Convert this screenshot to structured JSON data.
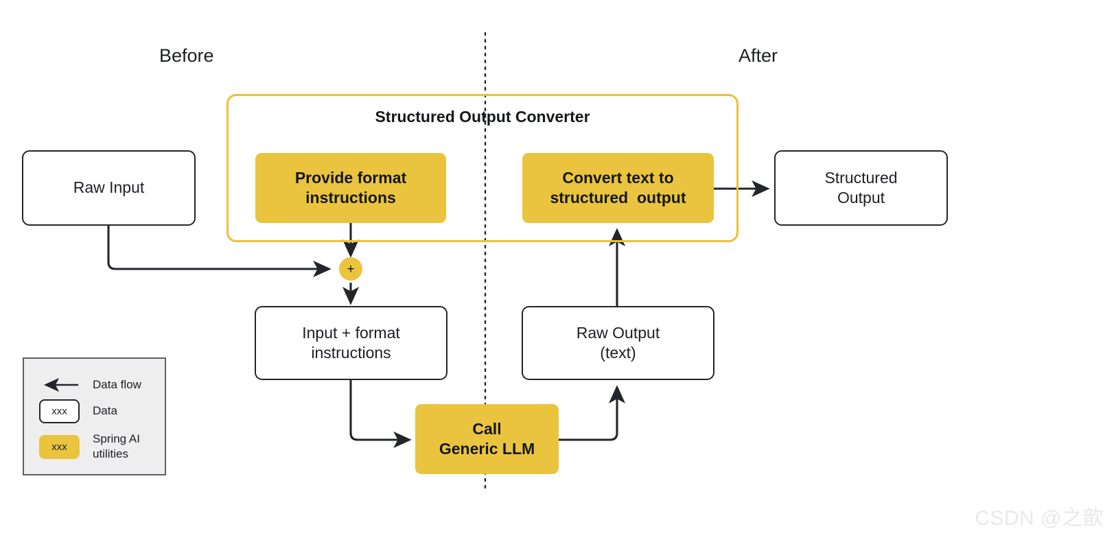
{
  "diagram": {
    "title_left": "Before",
    "title_right": "After",
    "converter_title": "Structured Output Converter",
    "colors": {
      "utility_yellow": "#eac43e",
      "frame_yellow": "#e9c13c",
      "stroke_dark": "#23252b",
      "legend_bg": "#eeeeee",
      "canvas_bg": "#ffffff",
      "watermark_gray": "#e9e9e9"
    },
    "nodes": {
      "raw_input": "Raw Input",
      "provide_format": "Provide format\ninstructions",
      "convert_text": "Convert text to\nstructured  output",
      "structured_output": "Structured\nOutput",
      "plus": "+",
      "input_plus_format": "Input + format\ninstructions",
      "raw_output": "Raw Output\n(text)",
      "call_llm": "Call\nGeneric LLM"
    },
    "node_lines": {
      "provide_format": [
        "Provide format",
        "instructions"
      ],
      "convert_text": [
        "Convert text to",
        "structured  output"
      ],
      "structured_output": [
        "Structured",
        "Output"
      ],
      "input_plus_format": [
        "Input + format",
        "instructions"
      ],
      "raw_output": [
        "Raw Output",
        "(text)"
      ],
      "call_llm": [
        "Call",
        "Generic LLM"
      ]
    },
    "legend": {
      "rows": [
        {
          "kind": "arrow",
          "swatch_text": "",
          "label": "Data flow"
        },
        {
          "kind": "data",
          "swatch_text": "xxx",
          "label": "Data"
        },
        {
          "kind": "util",
          "swatch_text": "xxx",
          "label": "Spring AI\nutilities"
        }
      ],
      "row_labels": {
        "data_flow": "Data flow",
        "data": "Data",
        "spring_ai_line1": "Spring AI",
        "spring_ai_line2": "utilities"
      },
      "swatch_text": "xxx"
    },
    "watermark": "CSDN @之歆"
  }
}
